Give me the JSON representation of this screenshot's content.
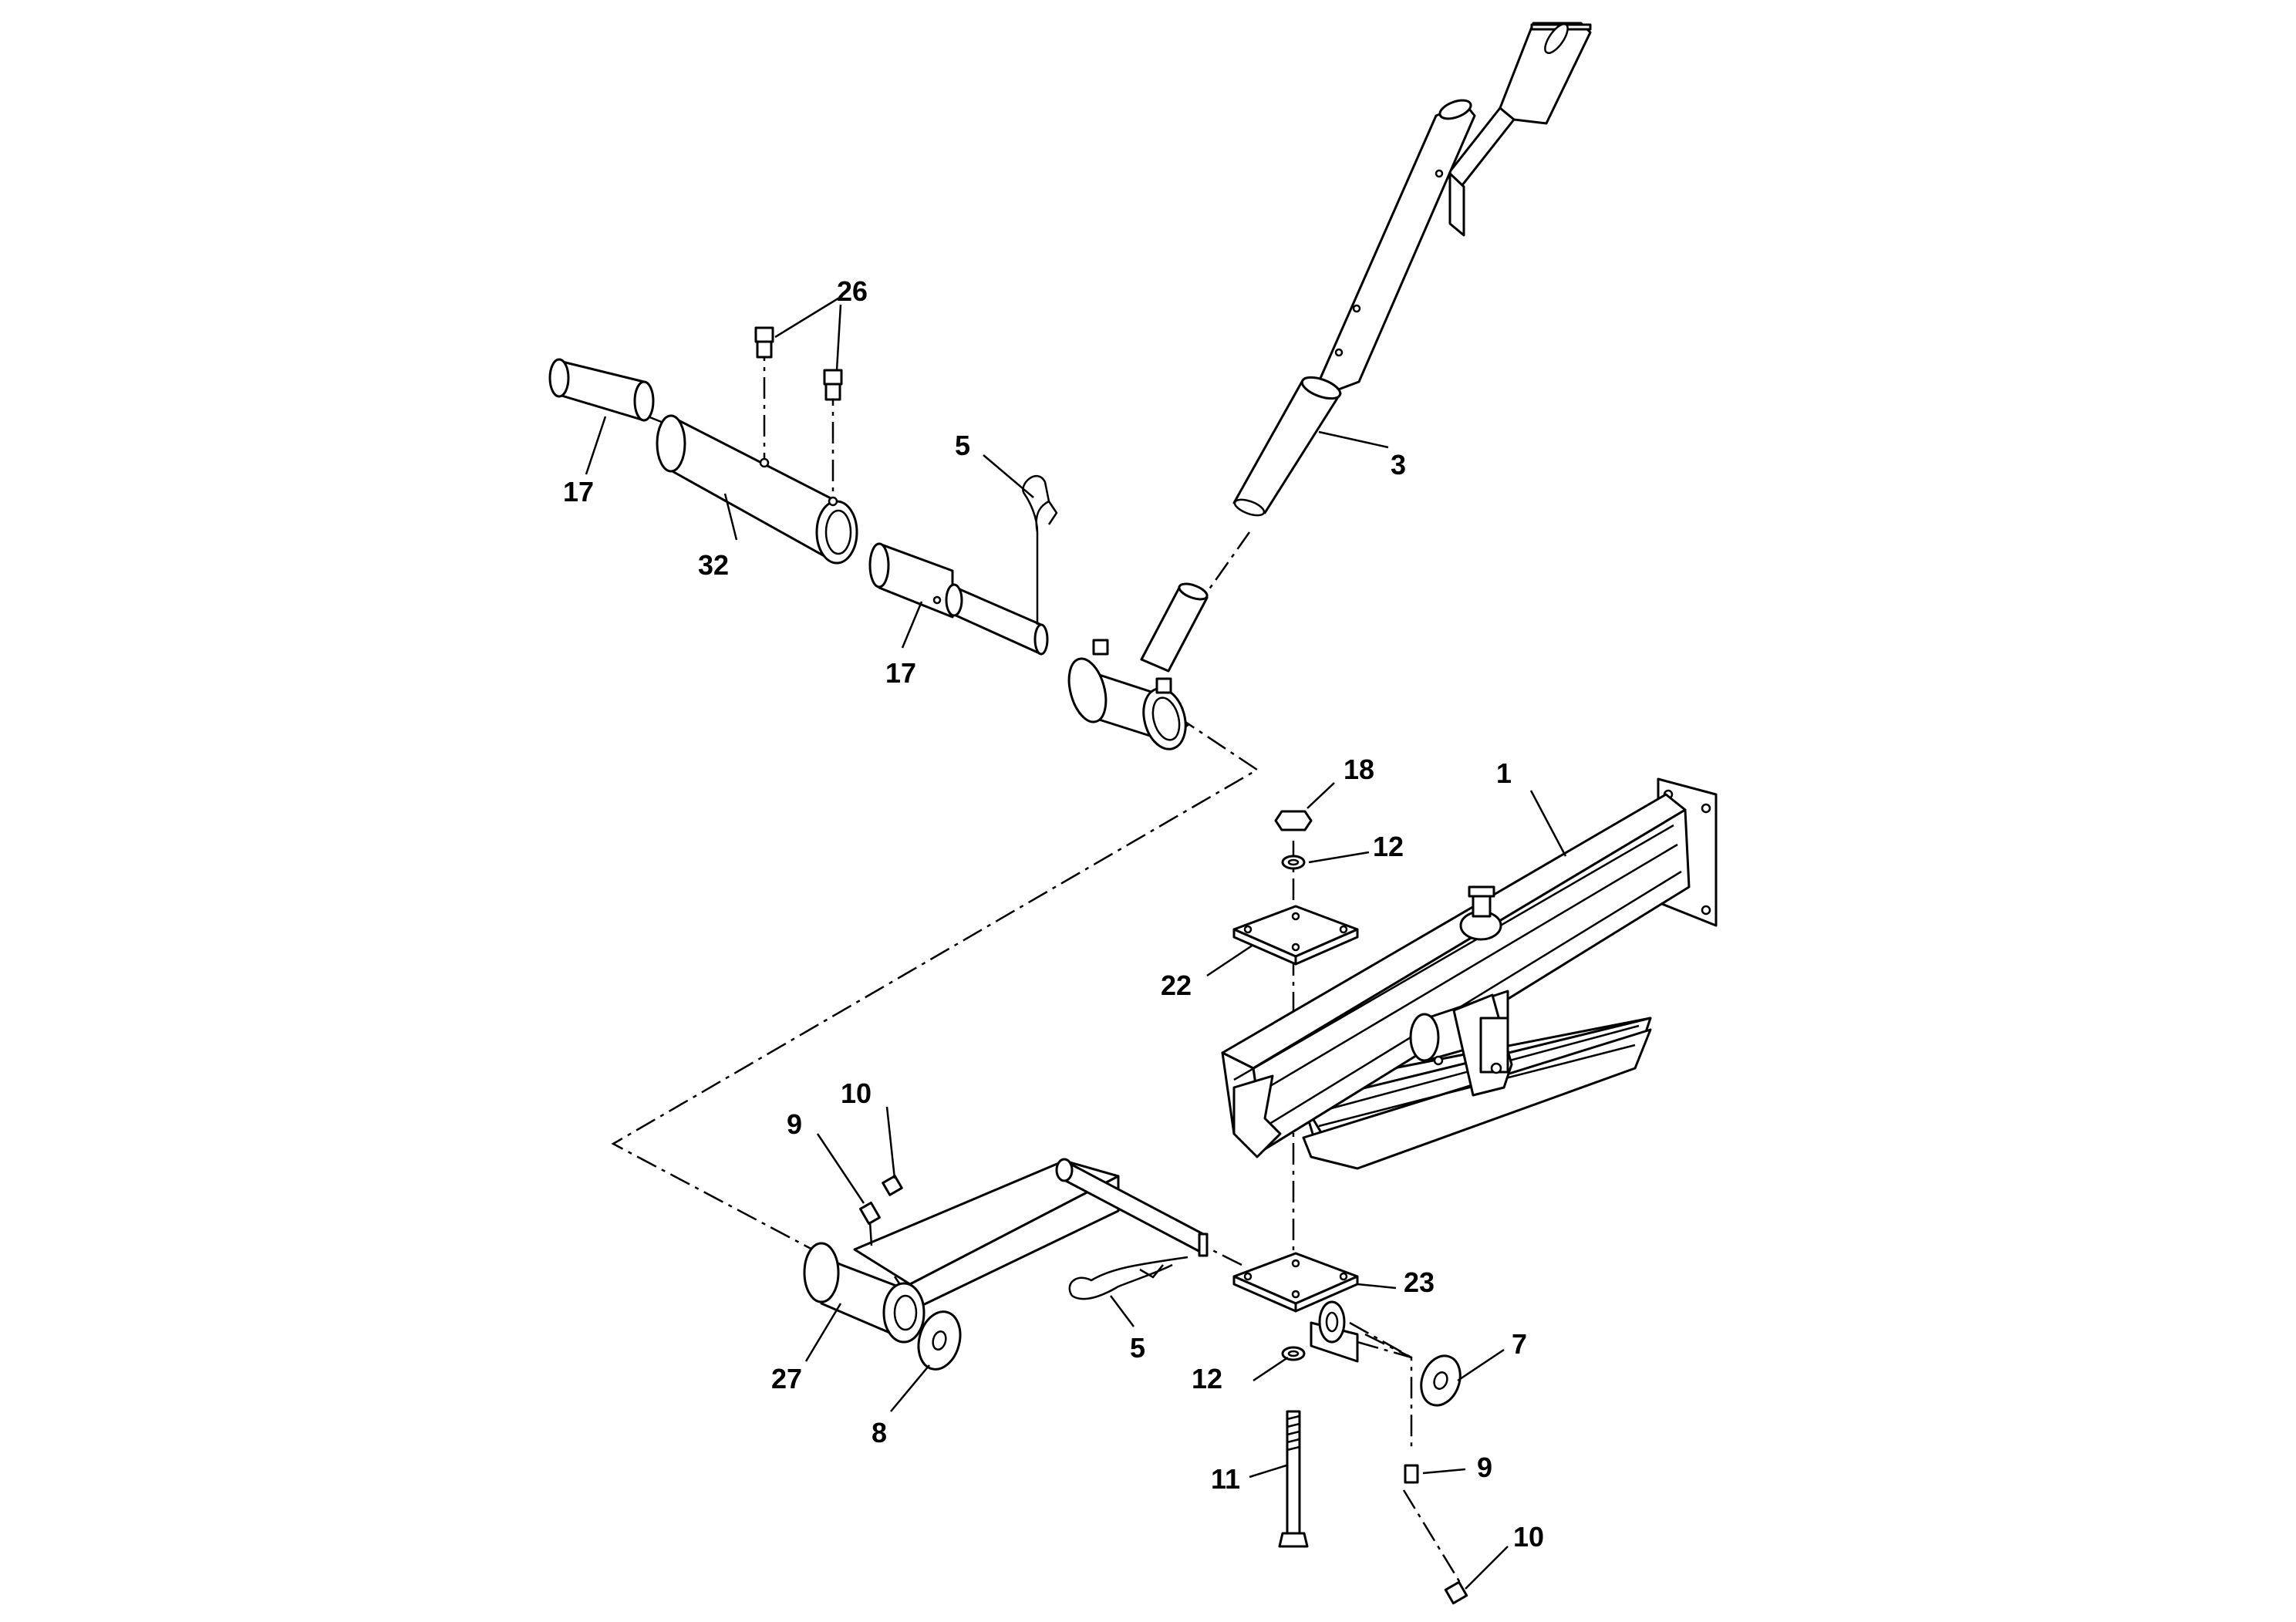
{
  "callouts": {
    "c1": "1",
    "c3": "3",
    "c5_top": "5",
    "c5_bottom": "5",
    "c7": "7",
    "c8": "8",
    "c9_left": "9",
    "c9_right": "9",
    "c10_left": "10",
    "c10_right": "10",
    "c11": "11",
    "c12_top": "12",
    "c12_bottom": "12",
    "c17_left": "17",
    "c17_center": "17",
    "c18": "18",
    "c22": "22",
    "c23": "23",
    "c26": "26",
    "c27": "27",
    "c32": "32"
  }
}
